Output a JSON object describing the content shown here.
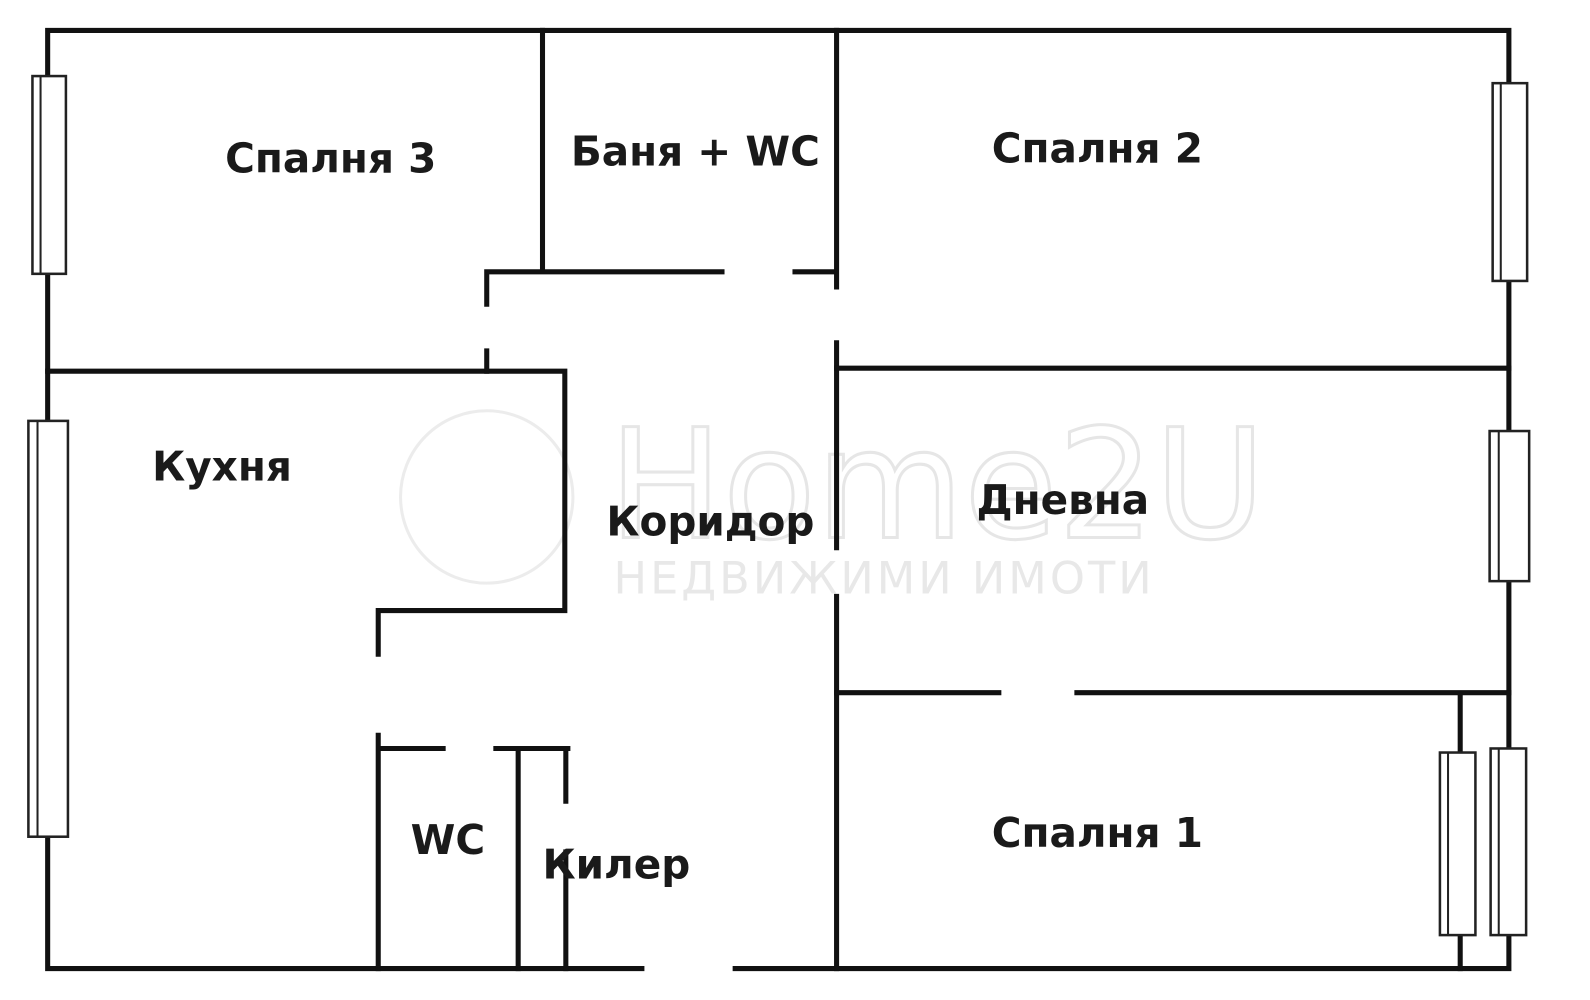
{
  "rooms": {
    "bedroom3": "Спалня 3",
    "bath": "Баня + WC",
    "bedroom2": "Спалня 2",
    "kitchen": "Кухня",
    "corridor": "Коридор",
    "living": "Дневна",
    "wc": "WC",
    "pantry": "Килер",
    "bedroom1": "Спалня 1"
  },
  "watermark": {
    "brand": "Home2U",
    "tagline": "НЕДВИЖИМИ ИМОТИ"
  }
}
